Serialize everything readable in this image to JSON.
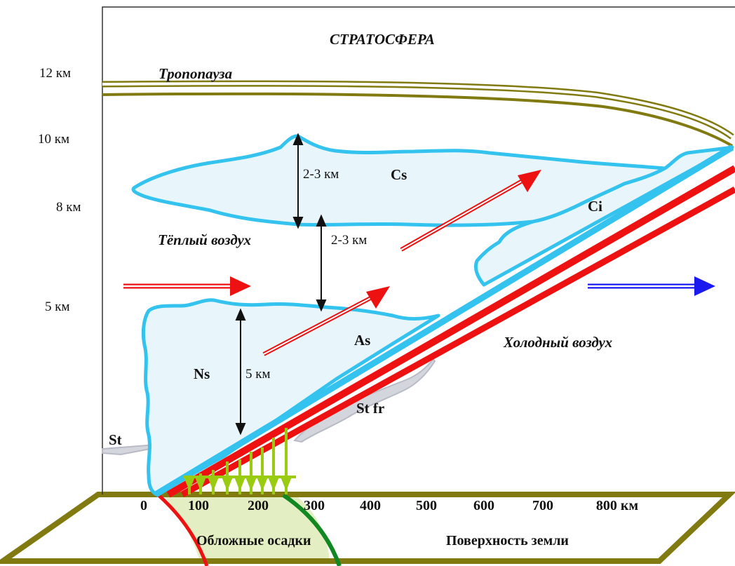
{
  "diagram": {
    "stratosphere": "СТРАТОСФЕРА",
    "tropopause": "Тропопауза",
    "warm_air": "Тёплый воздух",
    "cold_air": "Холодный воздух",
    "precipitation": "Обложные осадки",
    "surface": "Поверхность земли",
    "altitudes": [
      "12 км",
      "10 км",
      "8 км",
      "5 км"
    ],
    "clouds": {
      "cs": "Cs",
      "ci": "Ci",
      "as": "As",
      "ns": "Ns",
      "st_fr": "St fr",
      "st": "St"
    },
    "thickness": {
      "cs": "2-3 км",
      "gap": "2-3 км",
      "ns": "5 км"
    },
    "distance_ticks": [
      "0",
      "100",
      "200",
      "300",
      "400",
      "500",
      "600",
      "700",
      "800 км"
    ],
    "colors": {
      "cloud_outline": "#33c3ee",
      "cloud_fill": "#e8f6fb",
      "front_red": "#ee1111",
      "tropopause": "#807a10",
      "ground": "#807a10",
      "rain": "#99cc11",
      "cold_arrow": "#1a1aee",
      "warm_arrow": "#ee1111",
      "green_arc": "#118822"
    }
  }
}
